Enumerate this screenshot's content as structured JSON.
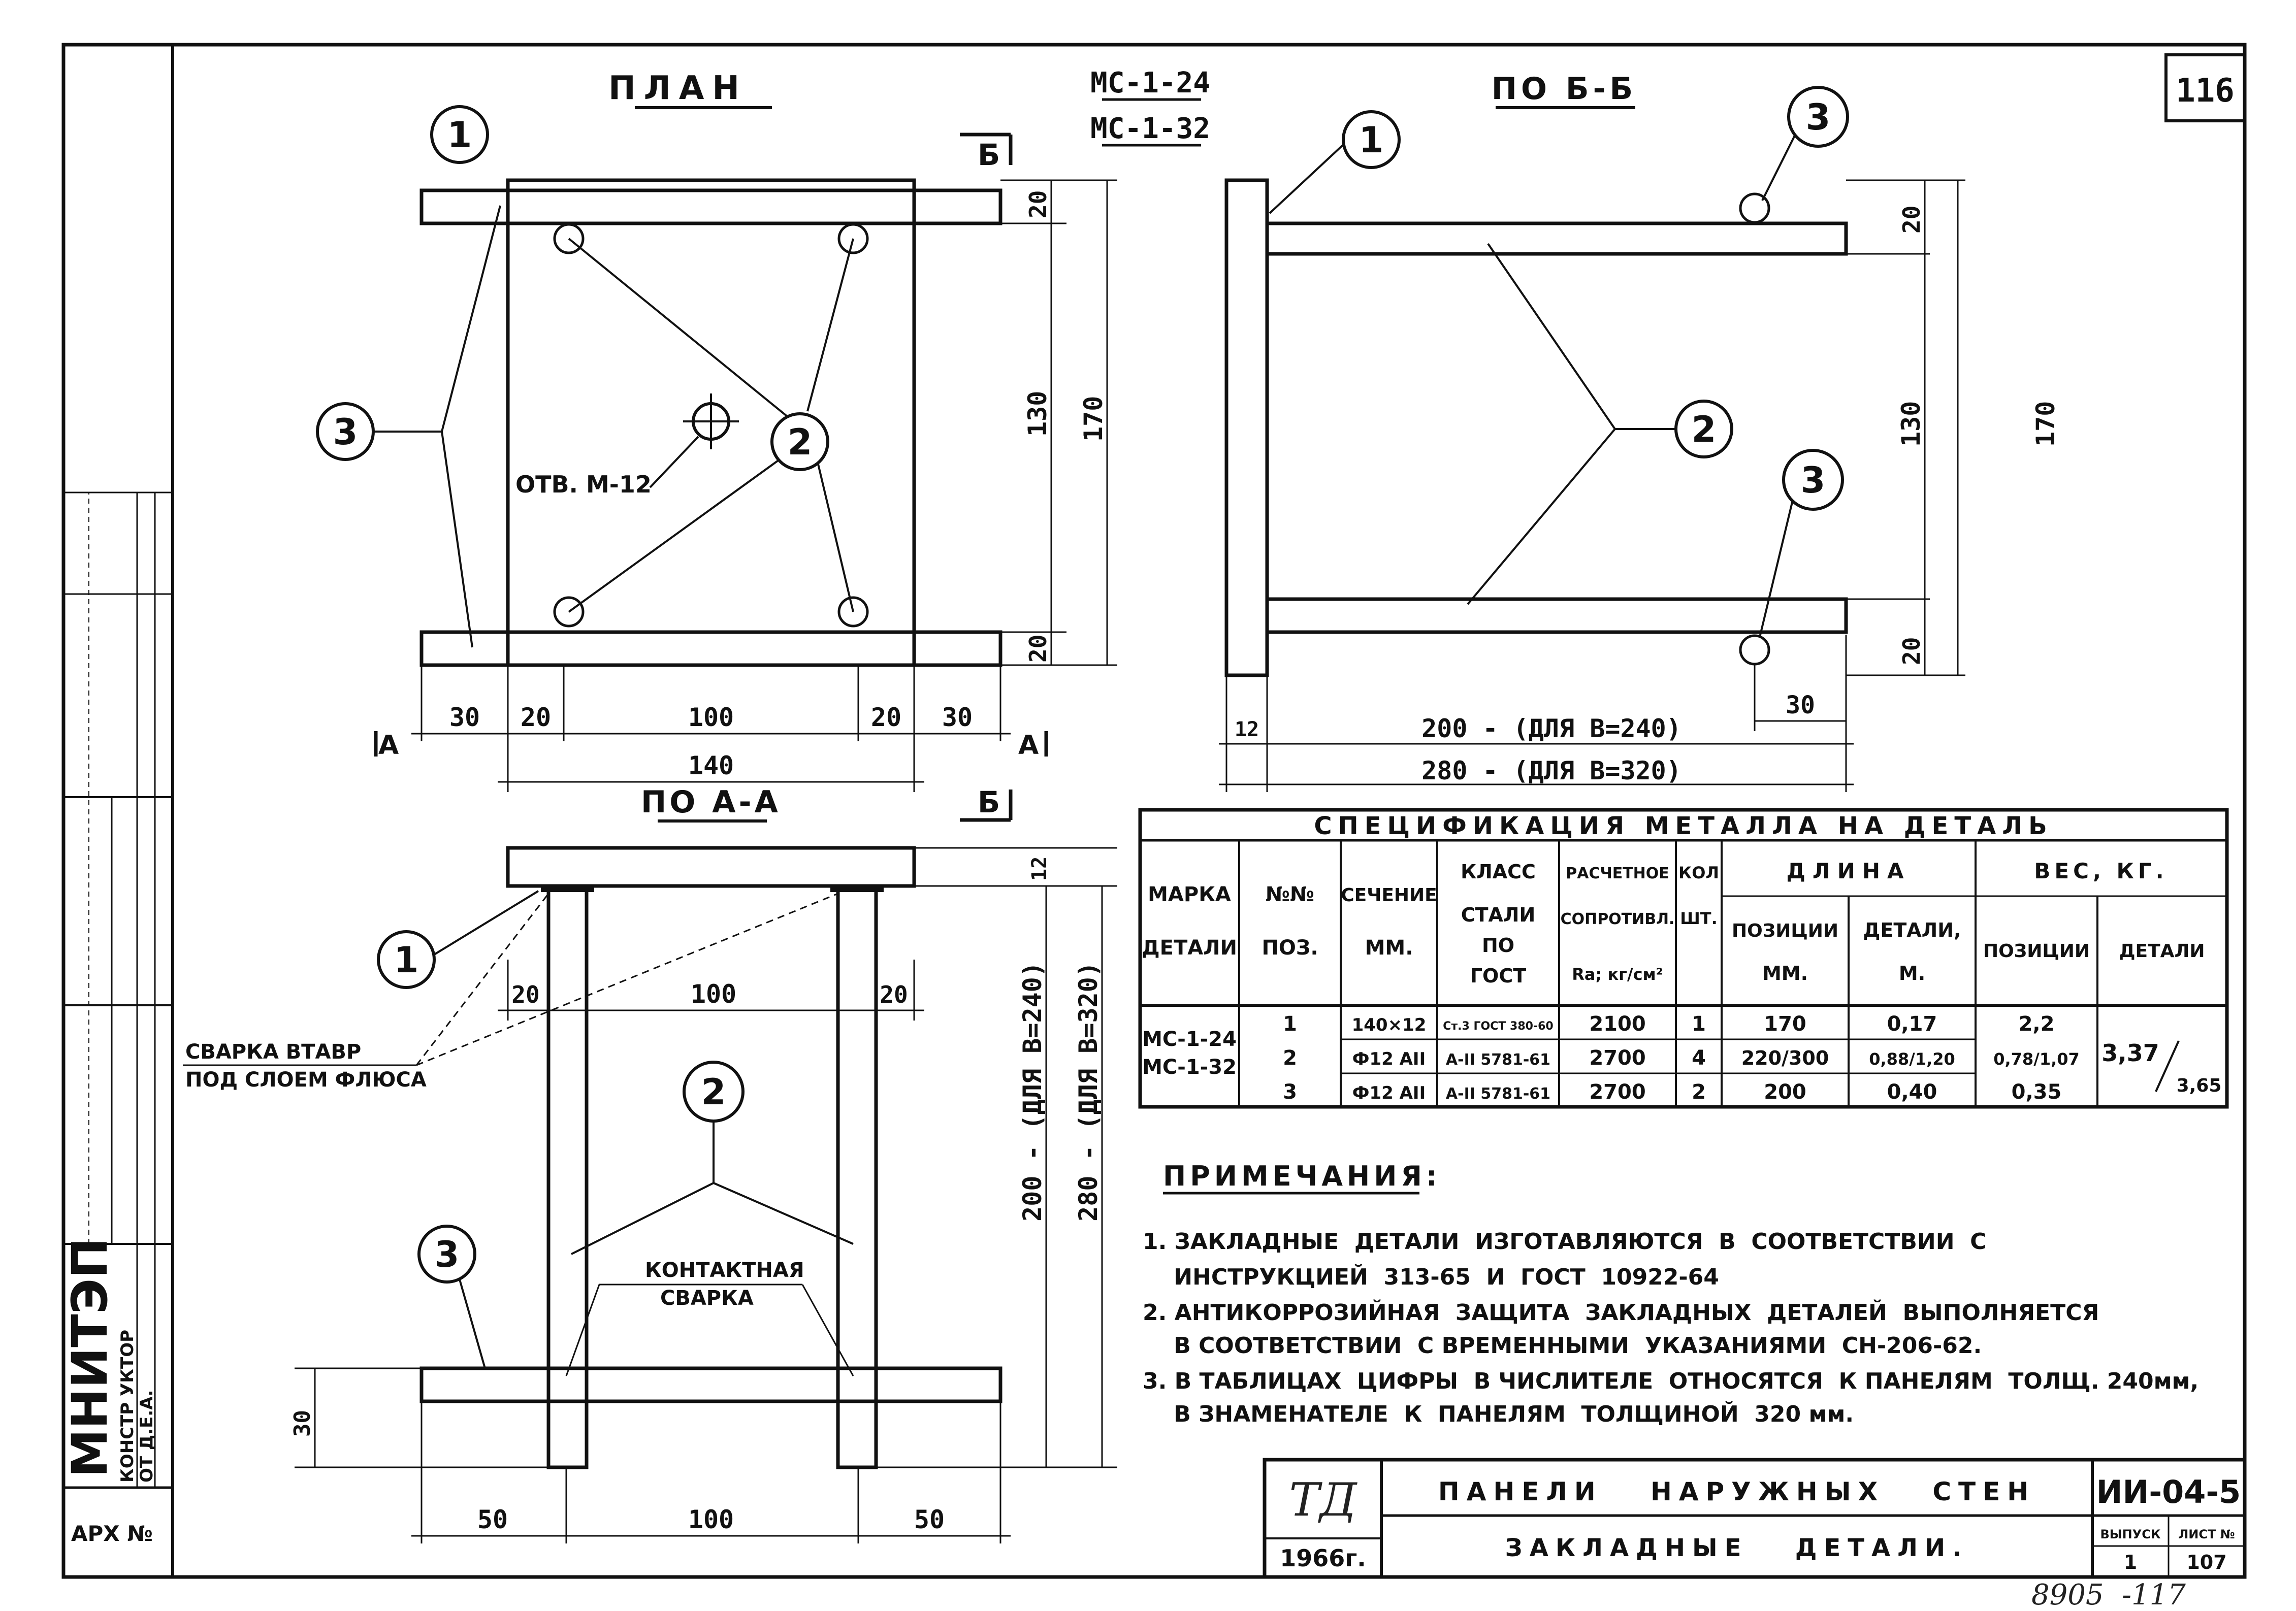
{
  "sheet": {
    "page_number": "116",
    "designation_top": "МС-1-24",
    "designation_bottom": "МС-1-32",
    "arch_no": "АРХ №",
    "institute": "МНИТЭП",
    "stamp_lines": [
      "КОНСТР УКТОР",
      "ОТ Д.Е.А."
    ],
    "handwritten_bottom": "8905  -117"
  },
  "views": {
    "plan": {
      "title": "ПЛАН",
      "section_marks": {
        "b_top": "Б",
        "a_left": "А",
        "a_right": "А",
        "b_bottom": "Б"
      },
      "hole_label": "ОТВ. М-12",
      "dims": {
        "right_top": "20",
        "right_mid": "130",
        "right_bottom": "20",
        "right_total": "170",
        "bottom_left": "30",
        "bottom_20a": "20",
        "bottom_mid": "100",
        "bottom_20b": "20",
        "bottom_right": "30",
        "bottom_total": "140"
      },
      "callouts": [
        "1",
        "3",
        "2"
      ]
    },
    "section_bb": {
      "title": "ПО Б-Б",
      "dims": {
        "top": "20",
        "mid": "130",
        "bottom": "20",
        "total": "170",
        "left_thk": "12",
        "offset": "30",
        "len_240": "200 - (ДЛЯ В=240)",
        "len_320": "280 - (ДЛЯ В=320)"
      },
      "callouts": [
        "1",
        "3",
        "2",
        "3"
      ]
    },
    "section_aa": {
      "title": "ПО А-А",
      "dims": {
        "top_thk": "12",
        "left_20": "20",
        "mid": "100",
        "right_20": "20",
        "v_240": "200 - (ДЛЯ В=240)",
        "v_320": "280 - (ДЛЯ В=320)",
        "left_30": "30",
        "bottom_50a": "50",
        "bottom_100": "100",
        "bottom_50b": "50"
      },
      "weld_label_1": "СВАРКА ВТАВР",
      "weld_label_2": "ПОД СЛОЕМ ФЛЮСА",
      "contact_1": "КОНТАКТНАЯ",
      "contact_2": "СВАРКА",
      "callouts": [
        "1",
        "2",
        "3"
      ]
    }
  },
  "spec_table": {
    "title": "СПЕЦИФИКАЦИЯ   МЕТАЛЛА   НА   ДЕТАЛЬ",
    "headers": {
      "mark": [
        "МАРКА",
        "ДЕТАЛИ"
      ],
      "pos": [
        "№№",
        "ПОЗ."
      ],
      "section": [
        "СЕЧЕНИЕ",
        "ММ."
      ],
      "steel": [
        "КЛАСС",
        "СТАЛИ",
        "ПО",
        "ГОСТ"
      ],
      "resist": [
        "РАСЧЕТНОЕ",
        "СОПРОТИВЛ.",
        "Rа; кг/см²"
      ],
      "qty": [
        "КОЛ",
        "ШТ."
      ],
      "length": "ДЛИНА",
      "length_pos": [
        "ПОЗИЦИИ",
        "ММ."
      ],
      "length_det": [
        "ДЕТАЛИ,",
        "М."
      ],
      "weight": "ВЕС, КГ.",
      "weight_pos": "ПОЗИЦИИ",
      "weight_det": "ДЕТАЛИ"
    },
    "mark_value": [
      "МС-1-24",
      "МС-1-32"
    ],
    "rows": [
      {
        "pos": "1",
        "section": "140×12",
        "steel": "Ст.3 ГОСТ 380-60",
        "resist": "2100",
        "qty": "1",
        "len_pos": "170",
        "len_det": "0,17",
        "w_pos": "2,2"
      },
      {
        "pos": "2",
        "section": "Ф12 АII",
        "steel": "А-II 5781-61",
        "resist": "2700",
        "qty": "4",
        "len_pos": "220/300",
        "len_det": "0,88/1,20",
        "w_pos": "0,78/1,07"
      },
      {
        "pos": "3",
        "section": "Ф12 АII",
        "steel": "А-II 5781-61",
        "resist": "2700",
        "qty": "2",
        "len_pos": "200",
        "len_det": "0,40",
        "w_pos": "0,35"
      }
    ],
    "weight_total": "3,37",
    "weight_total_den": "3,65"
  },
  "notes": {
    "title": "ПРИМЕЧАНИЯ:",
    "items": [
      "1. ЗАКЛАДНЫЕ  ДЕТАЛИ  ИЗГОТАВЛЯЮТСЯ  В  СООТВЕТСТВИИ  С",
      "    ИНСТРУКЦИЕЙ  313-65  И  ГОСТ  10922-64",
      "2. АНТИКОРРОЗИЙНАЯ  ЗАЩИТА  ЗАКЛАДНЫХ  ДЕТАЛЕЙ  ВЫПОЛНЯЕТСЯ",
      "    В СООТВЕТСТВИИ  С ВРЕМЕННЫМИ  УКАЗАНИЯМИ  СН-206-62.",
      "3. В ТАБЛИЦАХ  ЦИФРЫ  В ЧИСЛИТЕЛЕ  ОТНОСЯТСЯ  К ПАНЕЛЯМ  ТОЛЩ. 240мм,",
      "    В ЗНАМЕНАТЕЛЕ  К  ПАНЕЛЯМ  ТОЛЩИНОЙ  320 мм."
    ]
  },
  "title_block": {
    "org": "ТД",
    "year": "1966г.",
    "title_1": "ПАНЕЛИ   НАРУЖНЫХ   СТЕН",
    "title_2": "ЗАКЛАДНЫЕ   ДЕТАЛИ.",
    "code": "ИИ-04-5",
    "issue_label": "ВЫПУСК",
    "issue": "1",
    "sheet_label": "ЛИСТ №",
    "sheet": "107"
  }
}
